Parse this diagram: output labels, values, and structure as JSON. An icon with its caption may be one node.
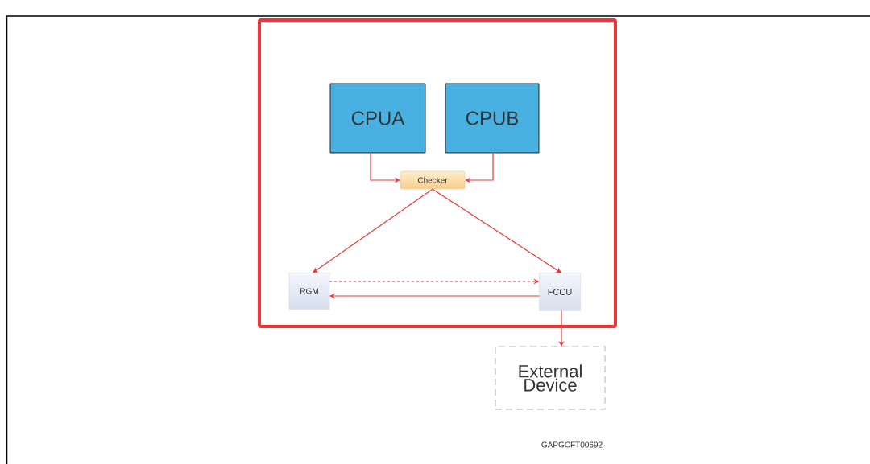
{
  "diagram": {
    "nodes": [
      {
        "text": [],
        "shape": "box"
      },
      {
        "text": [
          "CPUA"
        ],
        "in": 0
      },
      {
        "text": [
          "CPUB"
        ],
        "in": 0
      },
      {
        "text": [
          "Checker"
        ],
        "in": 0
      },
      {
        "text": [
          "RGM"
        ],
        "in": 0
      },
      {
        "text": [
          "FCCU"
        ],
        "in": 0
      },
      {
        "text": [
          "External Device"
        ]
      }
    ],
    "edges": [
      {
        "from": 1,
        "to": 3,
        "arrow": "to"
      },
      {
        "from": 2,
        "to": 3,
        "arrow": "to"
      },
      {
        "from": 3,
        "to": 4,
        "arrow": "to"
      },
      {
        "from": 3,
        "to": 5,
        "arrow": "to"
      },
      {
        "from": 4,
        "to": 5,
        "arrow": "to",
        "style": "dashed"
      },
      {
        "from": 5,
        "to": 4,
        "arrow": "to"
      },
      {
        "from": 5,
        "to": 6,
        "arrow": "to"
      }
    ],
    "labels": [
      "GAPGCFT00692"
    ]
  }
}
